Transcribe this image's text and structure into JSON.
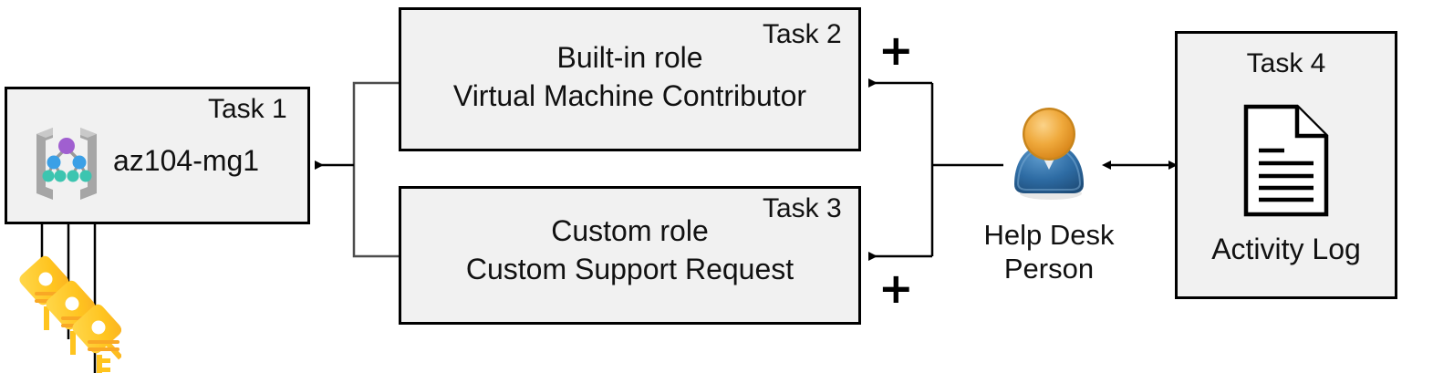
{
  "diagram": {
    "title": "Azure RBAC task diagram",
    "background": "#ffffff",
    "box_fill": "#f1f1f1",
    "box_stroke": "#000000",
    "line_color": "#000000"
  },
  "task1": {
    "corner_label": "Task 1",
    "label": "az104-mg1",
    "icon": "management-group-icon",
    "icon_colors": {
      "bracket": "#a6a6a6",
      "root_node": "#a05fd0",
      "mid_node": "#3ba0e6",
      "leaf_node": "#3dc5b0"
    }
  },
  "task2": {
    "corner_label": "Task 2",
    "line1": "Built-in role",
    "line2": "Virtual Machine Contributor",
    "plus": "+"
  },
  "task3": {
    "corner_label": "Task 3",
    "line1": "Custom role",
    "line2": "Custom Support Request",
    "plus": "+"
  },
  "task4": {
    "corner_label": "Task 4",
    "label": "Activity Log",
    "icon": "document-icon"
  },
  "person": {
    "icon": "help-desk-person-icon",
    "line1": "Help Desk",
    "line2": "Person",
    "colors": {
      "head": "#e89f2b",
      "head_highlight": "#f7c168",
      "body": "#2e6ca4",
      "body_highlight": "#4f90c7",
      "collar": "#e8eef3"
    }
  },
  "keys": {
    "icon": "keys-icon",
    "count": 3,
    "colors": {
      "light": "#ffd740",
      "mid": "#ffc41f",
      "dark": "#f9a825"
    }
  }
}
